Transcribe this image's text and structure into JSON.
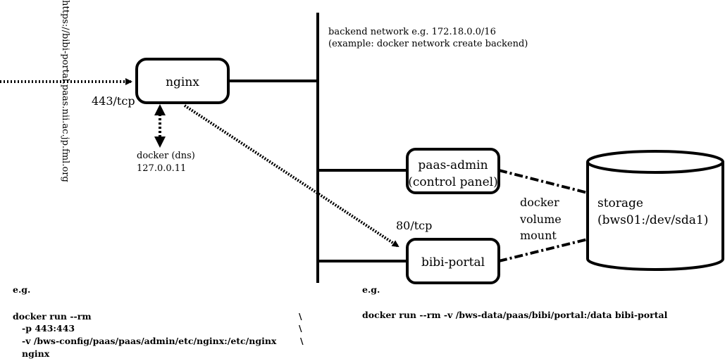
{
  "external": {
    "url": "https://bibi-portal.paas.nii.ac.jp.fml.org",
    "port": "443/tcp"
  },
  "nodes": {
    "nginx": "nginx",
    "paas_admin_line1": "paas-admin",
    "paas_admin_line2": "(control panel)",
    "bibi_portal": "bibi-portal",
    "storage_line1": "storage",
    "storage_line2": "(bws01:/dev/sda1)"
  },
  "dns": {
    "line1": "docker (dns)",
    "line2": "127.0.0.11"
  },
  "network": {
    "line1": "backend network e.g. 172.18.0.0/16",
    "line2": "(example: docker network create backend)"
  },
  "bibi_port": "80/tcp",
  "mount": {
    "line1": "docker",
    "line2": "volume",
    "line3": "mount"
  },
  "examples": {
    "left_eg": "e.g.",
    "left_lines": [
      "docker run --rm",
      "   -p 443:443",
      "   -v /bws-config/paas/paas/admin/etc/nginx:/etc/nginx",
      "   nginx"
    ],
    "left_cont": [
      "\\",
      "\\",
      "\\"
    ],
    "right_eg": "e.g.",
    "right_line": "docker run --rm -v /bws-data/paas/bibi/portal:/data bibi-portal"
  }
}
